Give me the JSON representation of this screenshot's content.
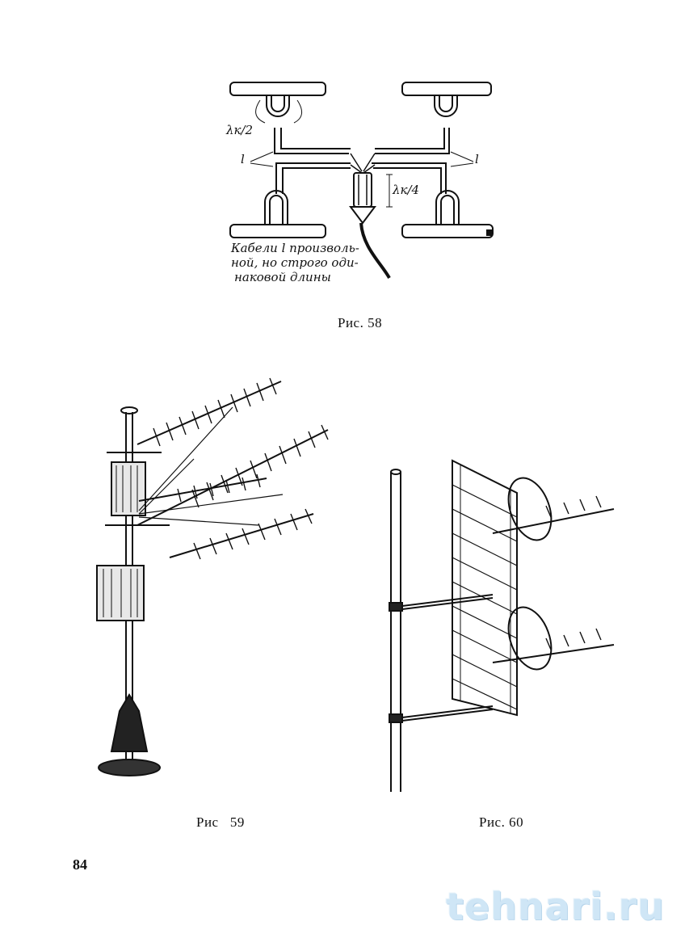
{
  "figures": {
    "fig58": {
      "caption": "Рис. 58",
      "labels": {
        "lambda_half": "λк/2",
        "lambda_quarter": "λк/4",
        "l_left": "l",
        "l_right": "l",
        "note_line1": "Кабели l произволь-",
        "note_line2": "ной, но строго оди-",
        "note_line3": "наковой длины"
      }
    },
    "fig59": {
      "caption": "Рис   59"
    },
    "fig60": {
      "caption": "Рис. 60"
    }
  },
  "page": {
    "number": "84"
  },
  "watermark": {
    "text": "tehnari.ru",
    "color": "#cfe6f6"
  }
}
